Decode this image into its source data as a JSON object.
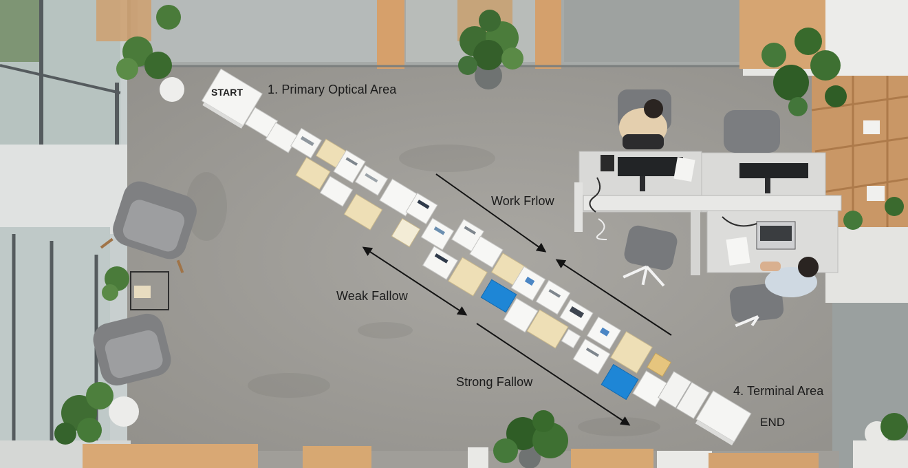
{
  "labels": {
    "start": "START",
    "primary": "1. Primary Optical Area",
    "work_flow": "Work Frlow",
    "weak_fallow": "Weak Fallow",
    "strong_fallow": "Strong Fallow",
    "terminal": "4. Terminal Area",
    "end": "END"
  },
  "colors": {
    "floor": "#9b9994",
    "paper": "#f4f3ef",
    "manila": "#eedfb6",
    "blue_folder": "#1e86d6",
    "wood": "#d9a46e",
    "text": "#1b1b1b"
  }
}
